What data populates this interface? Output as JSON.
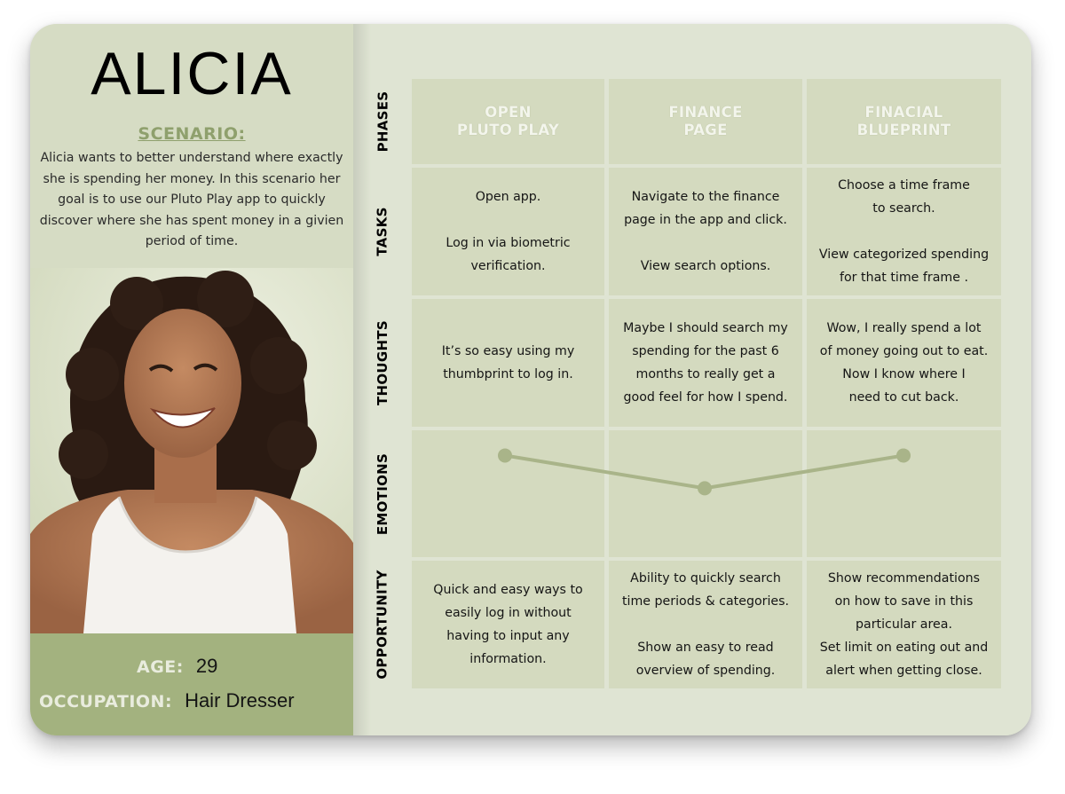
{
  "persona": {
    "name": "ALICIA",
    "scenario_title": "SCENARIO:",
    "scenario_text": "Alicia wants to better understand where exactly she is spending her money. In this scenario her goal is to use our Pluto Play app to quickly discover where she has spent money in a givien period of time.",
    "age_label": "AGE:",
    "age_value": "29",
    "occupation_label": "OCCUPATION:",
    "occupation_value": "Hair Dresser"
  },
  "rows": {
    "phases": "PHASES",
    "tasks": "TASKS",
    "thoughts": "THOUGHTS",
    "emotions": "EMOTIONS",
    "opportunity": "OPPORTUNITY"
  },
  "phases": [
    "OPEN\nPLUTO PLAY",
    "FINANCE\nPAGE",
    "FINACIAL\nBLUEPRINT"
  ],
  "tasks": [
    "Open app.\n\nLog in via biometric\nverification.",
    "Navigate to the finance\npage in the app and click.\n\nView search options.",
    "Choose a time frame\nto search.\n\nView categorized spending\nfor that time frame ."
  ],
  "thoughts": [
    "It’s so easy using my\nthumbprint to log in.",
    "Maybe I should search my\nspending for the past 6\nmonths to really get a\ngood feel for how I spend.",
    "Wow, I really spend a lot\nof money going out to eat.\nNow I know where I\nneed to cut back."
  ],
  "emotions": [
    0.85,
    0.55,
    0.85
  ],
  "opportunity": [
    "Quick and easy ways to\neasily log in without\nhaving to input any\ninformation.",
    "Ability to quickly search\ntime periods & categories.\n\nShow an easy to read\noverview of spending.",
    "Show recommendations\non how to save in this\nparticular area.\nSet limit on eating out and\nalert when getting close."
  ],
  "colors": {
    "accent": "#8fa06d",
    "info_band": "#a3b27f",
    "cell_bg": "#d4dabf",
    "emotion_line": "#a9b489"
  }
}
